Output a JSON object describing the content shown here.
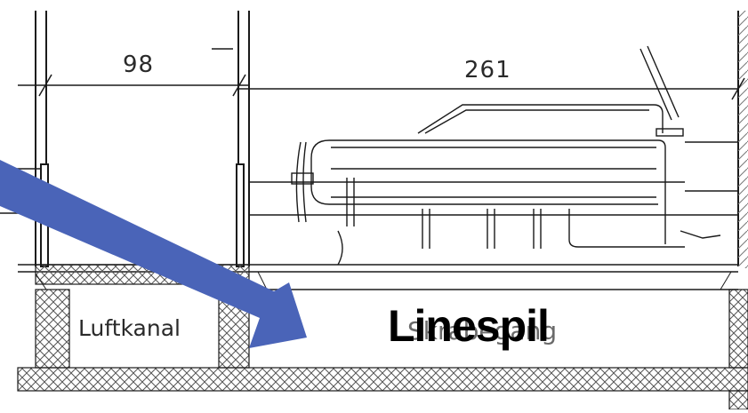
{
  "dimensions": {
    "left_width": "98",
    "right_width": "261"
  },
  "rooms": {
    "duct_label": "Luftkanal",
    "pit_label_obscured": "Skrabegang"
  },
  "callout": {
    "text": "Linespil"
  },
  "colors": {
    "arrow": "#4a64b8",
    "line": "#1a1a1a",
    "hatch": "#555555",
    "background": "#ffffff"
  }
}
